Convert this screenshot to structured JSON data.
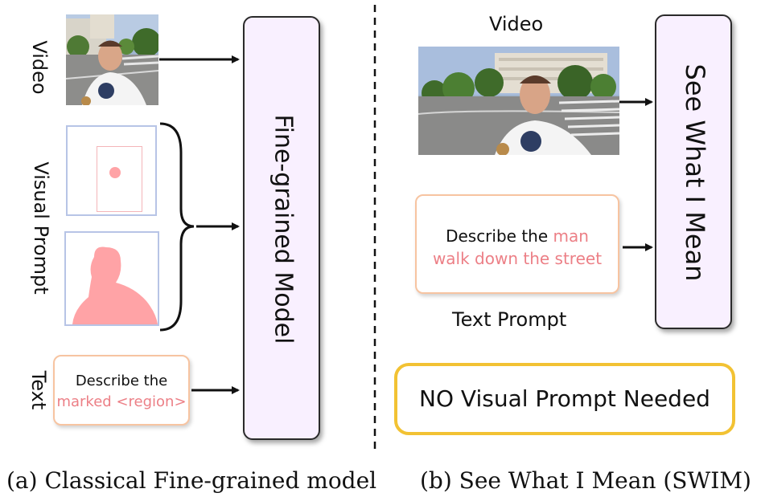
{
  "left": {
    "video_label": "Video",
    "visual_prompt_label": "Visual Prompt",
    "text_label": "Text",
    "text_prompt_line1": "Describe the",
    "text_prompt_line2": "marked <region>",
    "model_label": "Fine-grained Model",
    "caption": "(a) Classical Fine-grained model"
  },
  "right": {
    "video_label": "Video",
    "prompt_line1_plain": "Describe the ",
    "prompt_line1_highlight": "man",
    "prompt_line2": "walk down the street",
    "text_prompt_label": "Text Prompt",
    "model_label": "See What I Mean",
    "no_prompt_label": "NO Visual Prompt Needed",
    "caption": "(b) See What I Mean (SWIM)"
  },
  "colors": {
    "highlight": "#ec7f86",
    "mask": "#ffa3a6",
    "prompt_border": "#f7c4a1",
    "panel_border": "#b7c4e6",
    "model_fill": "#f9f0ff",
    "no_prompt_border": "#f2c233"
  }
}
